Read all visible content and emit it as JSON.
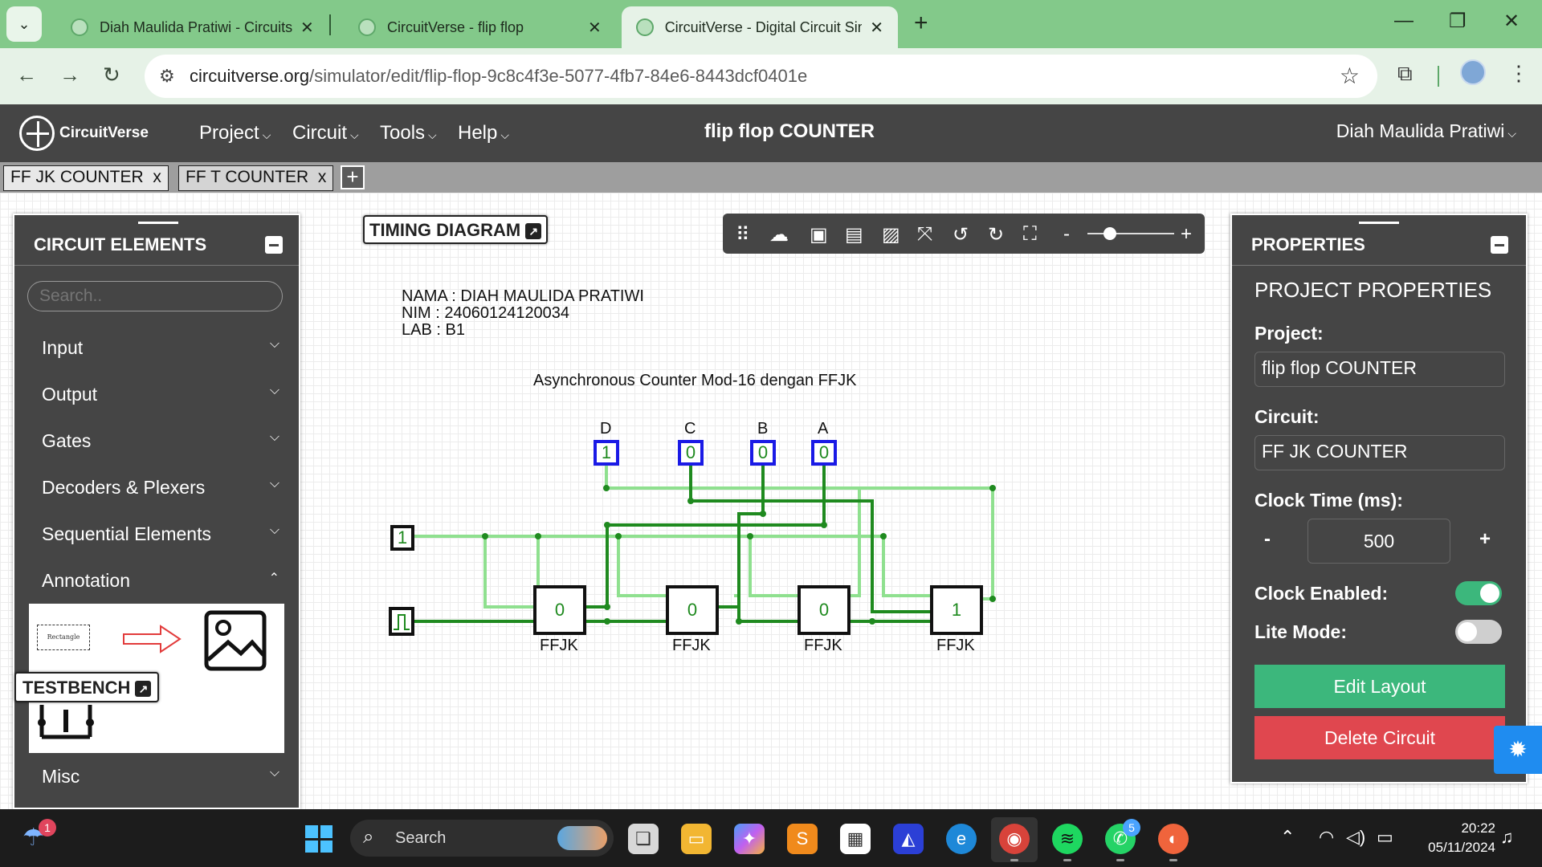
{
  "browser": {
    "tabs": [
      {
        "title": "Diah Maulida Pratiwi - Circuits",
        "close": "✕"
      },
      {
        "title": "CircuitVerse - flip flop",
        "close": "✕"
      },
      {
        "title": "CircuitVerse - Digital Circuit Sim",
        "close": "✕"
      }
    ],
    "url_host": "circuitverse.org",
    "url_path": "/simulator/edit/flip-flop-9c8c4f3e-5077-4fb7-84e6-8443dcf0401e"
  },
  "app": {
    "logo_text": "CircuitVerse",
    "menu": [
      "Project",
      "Circuit",
      "Tools",
      "Help"
    ],
    "project_title": "flip flop COUNTER",
    "user_name": "Diah Maulida Pratiwi"
  },
  "circuit_tabs": [
    {
      "label": "FF JK COUNTER",
      "close": "x"
    },
    {
      "label": "FF T COUNTER",
      "close": "x"
    }
  ],
  "left_panel": {
    "title": "CIRCUIT ELEMENTS",
    "search_placeholder": "Search..",
    "categories": [
      "Input",
      "Output",
      "Gates",
      "Decoders & Plexers",
      "Sequential Elements",
      "Annotation",
      "Misc"
    ],
    "annotation_rect_label": "Rectangle",
    "testbench_label": "TESTBENCH"
  },
  "timing_diagram_label": "TIMING DIAGRAM",
  "circuit": {
    "info_lines": [
      "NAMA : DIAH MAULIDA PRATIWI",
      "NIM : 24060124120034",
      "LAB : B1"
    ],
    "caption": "Asynchronous Counter Mod-16 dengan FFJK",
    "outputs": [
      {
        "label": "D",
        "value": "1"
      },
      {
        "label": "C",
        "value": "0"
      },
      {
        "label": "B",
        "value": "0"
      },
      {
        "label": "A",
        "value": "0"
      }
    ],
    "const_input": "1",
    "flipflops": [
      {
        "label": "FFJK",
        "value": "0"
      },
      {
        "label": "FFJK",
        "value": "0"
      },
      {
        "label": "FFJK",
        "value": "0"
      },
      {
        "label": "FFJK",
        "value": "1"
      }
    ],
    "wire_colors": {
      "high": "#1f8a1f",
      "low": "#8fe08f"
    }
  },
  "sim_toolbar": {
    "zoom_minus": "-",
    "zoom_plus": "+",
    "zoom_level": 0.2
  },
  "properties": {
    "title": "PROPERTIES",
    "subtitle": "PROJECT PROPERTIES",
    "project_label": "Project:",
    "project_value": "flip flop COUNTER",
    "circuit_label": "Circuit:",
    "circuit_value": "FF JK COUNTER",
    "clock_time_label": "Clock Time (ms):",
    "clock_time_value": "500",
    "minus": "-",
    "plus": "+",
    "clock_enabled_label": "Clock Enabled:",
    "clock_enabled": true,
    "lite_mode_label": "Lite Mode:",
    "lite_mode": false,
    "edit_layout": "Edit Layout",
    "delete_circuit": "Delete Circuit",
    "colors": {
      "edit": "#3cb77c",
      "delete": "#e0474f",
      "toggle_on": "#3cb77c",
      "toggle_off": "#cfcfcf"
    }
  },
  "taskbar": {
    "notif_count": "1",
    "search_label": "Search",
    "whatsapp_badge": "5",
    "time": "20:22",
    "date": "05/11/2024"
  }
}
